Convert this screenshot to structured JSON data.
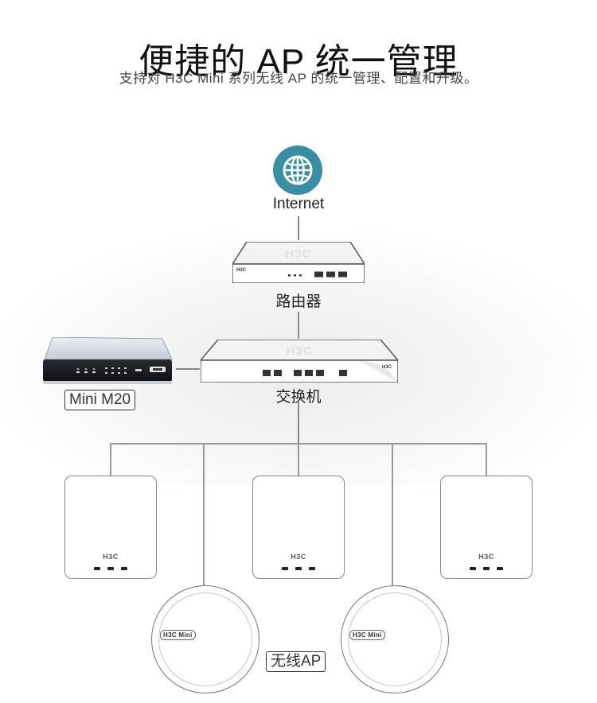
{
  "header": {
    "title": "便捷的 AP 统一管理",
    "subtitle": "支持对 H3C Mini 系列无线 AP 的统一管理、配置和升级。"
  },
  "nodes": {
    "internet": "Internet",
    "router": "路由器",
    "switch": "交换机",
    "mini_m20": "Mini M20",
    "wireless_ap": "无线AP"
  },
  "device_brands": {
    "h3c": "H3C",
    "h3c_mini": "H3C Mini"
  },
  "colors": {
    "globe": "#3a8ea3",
    "line": "#888888"
  }
}
